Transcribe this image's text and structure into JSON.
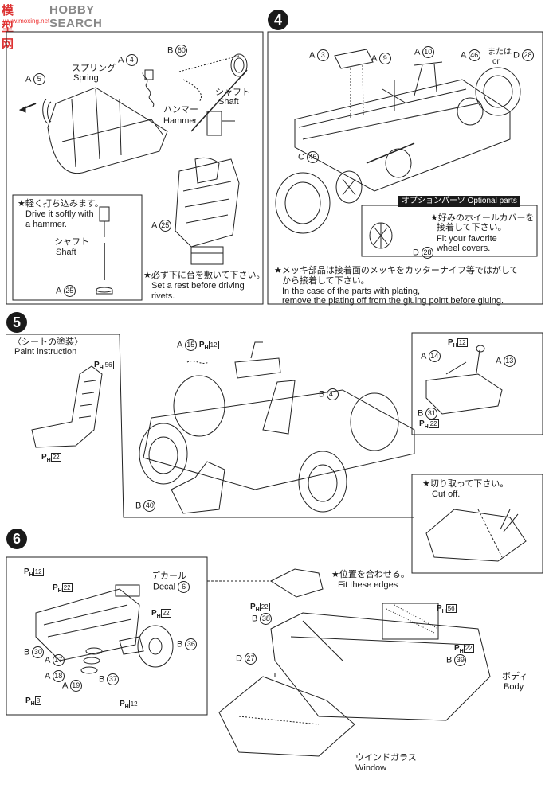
{
  "header": {
    "logo_cn": "模型网",
    "logo_en": "HOBBY SEARCH",
    "logo_url": "www.moxing.net"
  },
  "step_numbers": [
    "4",
    "5",
    "6"
  ],
  "step3": {
    "parts": {
      "a5": "5",
      "a4": "4",
      "b60": "60",
      "a25": "25",
      "a25b": "25"
    },
    "spring_jp": "スプリング",
    "spring_en": "Spring",
    "shaft_jp": "シャフト",
    "shaft_en": "Shaft",
    "hammer_jp": "ハンマー",
    "hammer_en": "Hammer",
    "drive_jp": "★軽く打ち込みます。",
    "drive_en1": "Drive it softly with",
    "drive_en2": "a hammer.",
    "shaft2_jp": "シャフト",
    "shaft2_en": "Shaft",
    "rest_jp": "★必ず下に台を敷いて下さい。",
    "rest_en1": "Set a rest before driving",
    "rest_en2": "rivets."
  },
  "step4": {
    "parts": {
      "a3": "3",
      "a9": "9",
      "a10": "10",
      "a46": "46",
      "d28": "28",
      "c46": "46",
      "d28b": "28"
    },
    "or_jp": "または",
    "or_en": "or",
    "optional_label": "オプションパーツ Optional parts",
    "cover_jp1": "★好みのホイールカバーを",
    "cover_jp2": "接着して下さい。",
    "cover_en1": "Fit your favorite",
    "cover_en2": "wheel covers.",
    "plating_jp1": "★メッキ部品は接着面のメッキをカッターナイフ等ではがして",
    "plating_jp2": "から接着して下さい。",
    "plating_en1": "In the case of the parts with plating,",
    "plating_en2": "remove the plating off from the gluing point before gluing."
  },
  "step5": {
    "paint_jp": "〈シートの塗装〉",
    "paint_en": "Paint instruction",
    "ph56": "56",
    "ph22": "22",
    "parts": {
      "a15": "15",
      "ph12": "12",
      "b41": "41",
      "b40": "40",
      "a14": "14",
      "ph12b": "12",
      "a13": "13",
      "b31": "31",
      "ph22b": "22"
    },
    "cut_jp": "★切り取って下さい。",
    "cut_en": "Cut off."
  },
  "step6": {
    "decal_jp": "デカール",
    "decal_en": "Decal",
    "decal_no": "6",
    "parts": {
      "ph12": "12",
      "ph22": "22",
      "ph22b": "22",
      "b30": "30",
      "a17": "17",
      "a18": "18",
      "a19": "19",
      "ph8": "8",
      "b37": "37",
      "ph12b": "12",
      "b36": "36",
      "ph22c": "22",
      "b38": "38",
      "ph56": "56",
      "ph22d": "22",
      "b39": "39",
      "d27": "27"
    },
    "edges_jp": "★位置を合わせる。",
    "edges_en": "Fit these edges",
    "body_jp": "ボディ",
    "body_en": "Body",
    "window_jp": "ウインドガラス",
    "window_en": "Window"
  }
}
